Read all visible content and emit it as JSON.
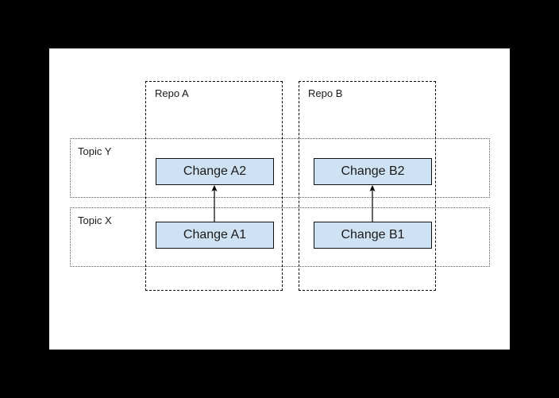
{
  "scene": {
    "background_color": "#000000",
    "canvas_color": "#ffffff"
  },
  "diagram": {
    "repos": [
      {
        "label": "Repo A"
      },
      {
        "label": "Repo B"
      }
    ],
    "topics": [
      {
        "label": "Topic Y"
      },
      {
        "label": "Topic X"
      }
    ],
    "changes": [
      {
        "label": "Change A2",
        "repo": "Repo A",
        "topic": "Topic Y"
      },
      {
        "label": "Change B2",
        "repo": "Repo B",
        "topic": "Topic Y"
      },
      {
        "label": "Change A1",
        "repo": "Repo A",
        "topic": "Topic X"
      },
      {
        "label": "Change B1",
        "repo": "Repo B",
        "topic": "Topic X"
      }
    ],
    "arrows": [
      {
        "from": "Change A1",
        "to": "Change A2"
      },
      {
        "from": "Change B1",
        "to": "Change B2"
      }
    ],
    "colors": {
      "stage_bg": "#000000",
      "canvas_bg": "#ffffff",
      "change_fill": "#cfe2f3",
      "change_border": "#111111",
      "repo_border": "#000000",
      "topic_border": "#5c5c5c",
      "label_text": "#1a1a1a",
      "arrow": "#000000"
    }
  }
}
